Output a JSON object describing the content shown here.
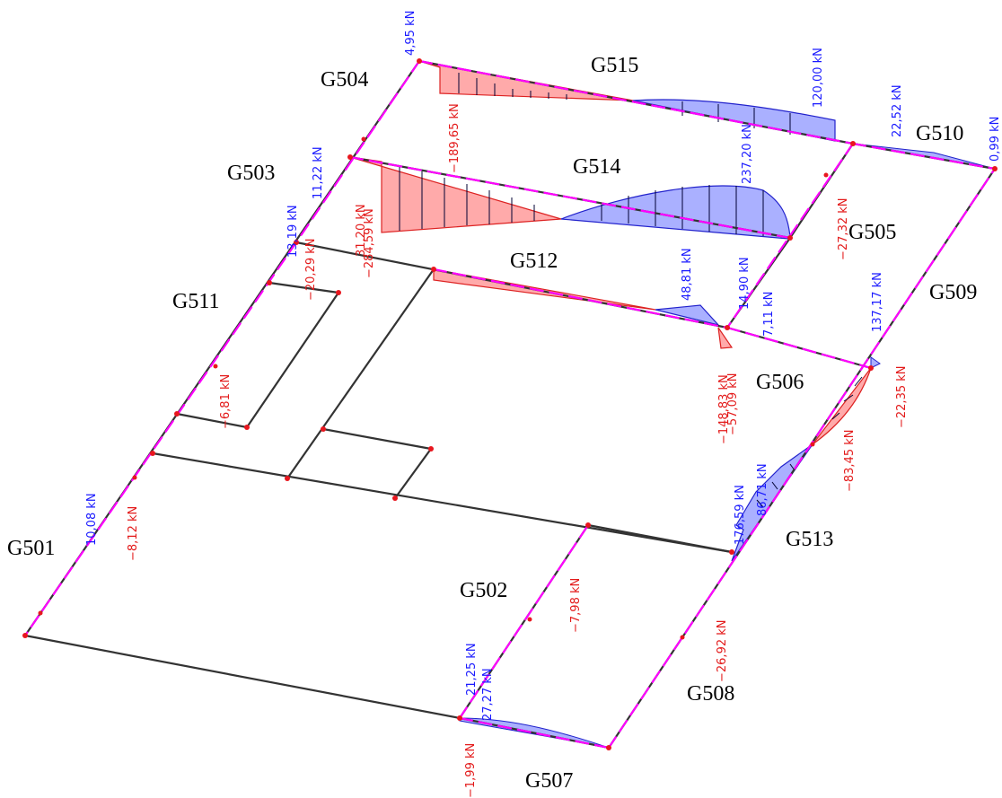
{
  "colors": {
    "positive_fill": "#aab0ff",
    "positive_stroke": "#2222cc",
    "positive_text": "#1a1aff",
    "negative_fill": "#ffaaaa",
    "negative_stroke": "#dd2222",
    "negative_text": "#e31a1a",
    "frame": "#333333",
    "beam_dash": "#ff00ff",
    "node": "#e8161e"
  },
  "beam_labels": {
    "G501": "G501",
    "G502": "G502",
    "G503": "G503",
    "G504": "G504",
    "G505": "G505",
    "G506": "G506",
    "G507": "G507",
    "G508": "G508",
    "G509": "G509",
    "G510": "G510",
    "G511": "G511",
    "G512": "G512",
    "G513": "G513",
    "G514": "G514",
    "G515": "G515"
  },
  "force_values": {
    "v4_95": "4,95 kN",
    "v120_00": "120,00 kN",
    "v22_52": "22,52 kN",
    "v0_99": "0,99 kN",
    "v189_65": "−189,65 kN",
    "v237_20": "237,20 kN",
    "v11_22": "11,22 kN",
    "v13_19": "13,19 kN",
    "v31_20": "31,20 kN",
    "v284_59": "−284,59 kN",
    "v20_29": "−20,29 kN",
    "v27_32": "−27,32 kN",
    "v48_81": "48,81 kN",
    "v14_90": "14,90 kN",
    "v7_11": "7,11 kN",
    "v137_17": "137,17 kN",
    "v148_83": "−148,83 kN",
    "v57_09": "−57,09 kN",
    "v22_35": "−22,35 kN",
    "v6_81": "−6,81 kN",
    "v83_45": "−83,45 kN",
    "v176_59": "176,59 kN",
    "v86_71": "86,71 kN",
    "v10_08": "10,08 kN",
    "v8_12": "−8,12 kN",
    "v7_98": "−7,98 kN",
    "v26_92": "−26,92 kN",
    "v21_25": "21,25 kN",
    "v27_27": "27,27 kN",
    "v1_99": "−1,99 kN"
  }
}
